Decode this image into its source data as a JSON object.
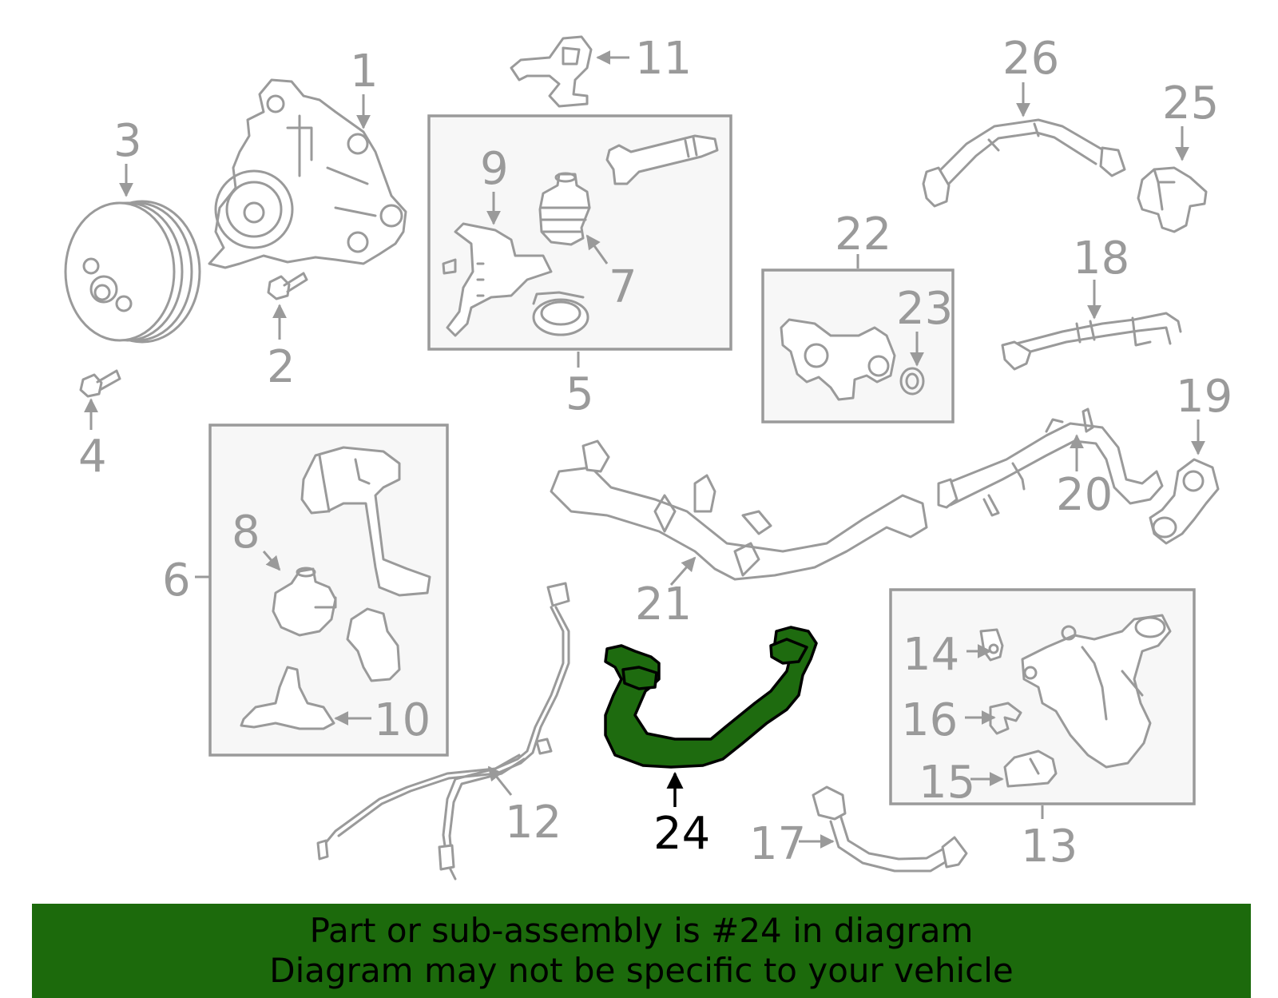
{
  "callouts": {
    "c1": "1",
    "c2": "2",
    "c3": "3",
    "c4": "4",
    "c5": "5",
    "c6": "6",
    "c7": "7",
    "c8": "8",
    "c9": "9",
    "c10": "10",
    "c11": "11",
    "c12": "12",
    "c13": "13",
    "c14": "14",
    "c15": "15",
    "c16": "16",
    "c17": "17",
    "c18": "18",
    "c19": "19",
    "c20": "20",
    "c21": "21",
    "c22": "22",
    "c23": "23",
    "c24": "24",
    "c25": "25",
    "c26": "26"
  },
  "highlight": {
    "part": "24",
    "color": "#1e6b0f"
  },
  "banner": {
    "line1": "Part or sub-assembly is #24 in diagram",
    "line2": "Diagram may not be specific to your vehicle",
    "background": "#1c6a0c"
  }
}
